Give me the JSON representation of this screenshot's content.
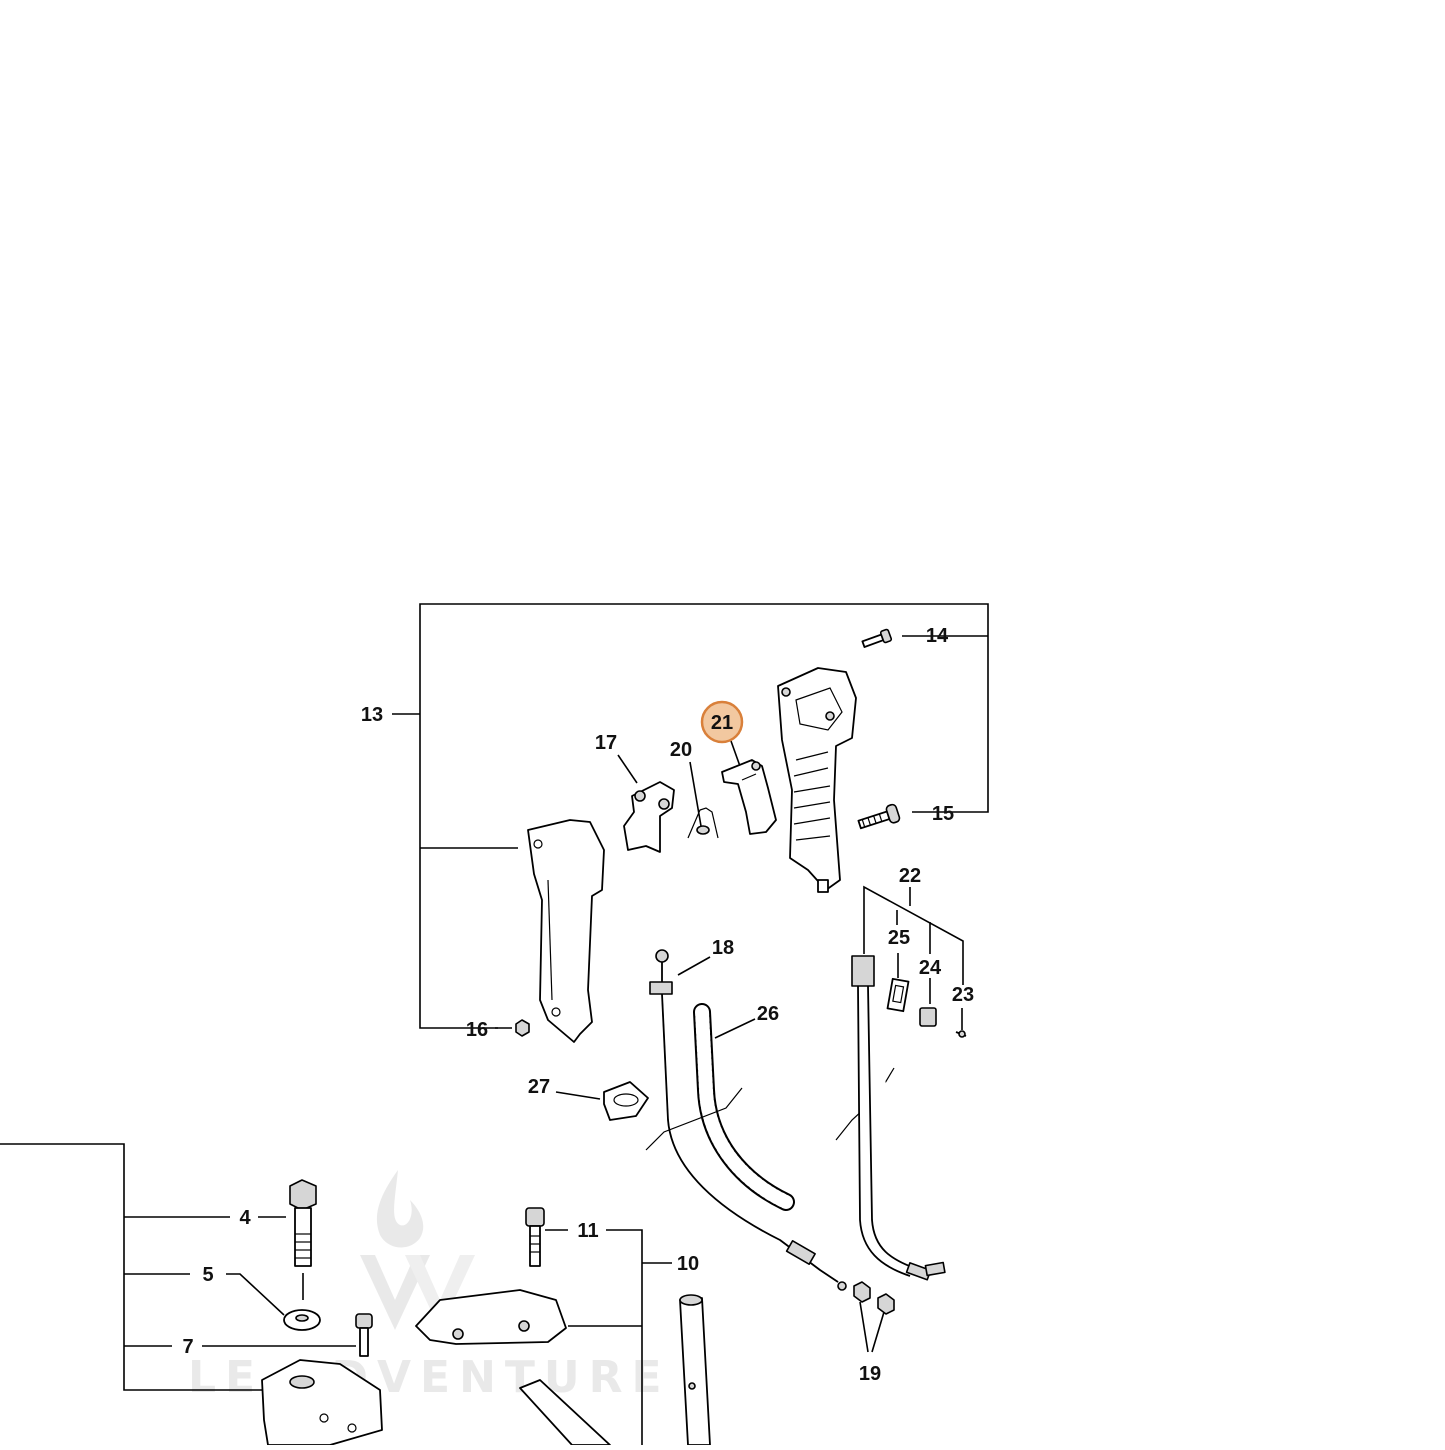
{
  "diagram": {
    "highlight_color": "#f2c8a0",
    "highlight_stroke": "#d9803a",
    "callouts": [
      {
        "id": "4",
        "label": "4"
      },
      {
        "id": "5",
        "label": "5"
      },
      {
        "id": "7",
        "label": "7"
      },
      {
        "id": "10",
        "label": "10"
      },
      {
        "id": "11",
        "label": "11"
      },
      {
        "id": "13",
        "label": "13"
      },
      {
        "id": "14",
        "label": "14"
      },
      {
        "id": "15",
        "label": "15"
      },
      {
        "id": "16",
        "label": "16"
      },
      {
        "id": "17",
        "label": "17"
      },
      {
        "id": "18",
        "label": "18"
      },
      {
        "id": "19",
        "label": "19"
      },
      {
        "id": "20",
        "label": "20"
      },
      {
        "id": "21",
        "label": "21",
        "highlighted": true
      },
      {
        "id": "22",
        "label": "22"
      },
      {
        "id": "23",
        "label": "23"
      },
      {
        "id": "24",
        "label": "24"
      },
      {
        "id": "25",
        "label": "25"
      },
      {
        "id": "26",
        "label": "26"
      },
      {
        "id": "27",
        "label": "27"
      }
    ]
  },
  "watermark": {
    "text": "LE ADVENTURE",
    "logo": "flame-v-logo"
  }
}
